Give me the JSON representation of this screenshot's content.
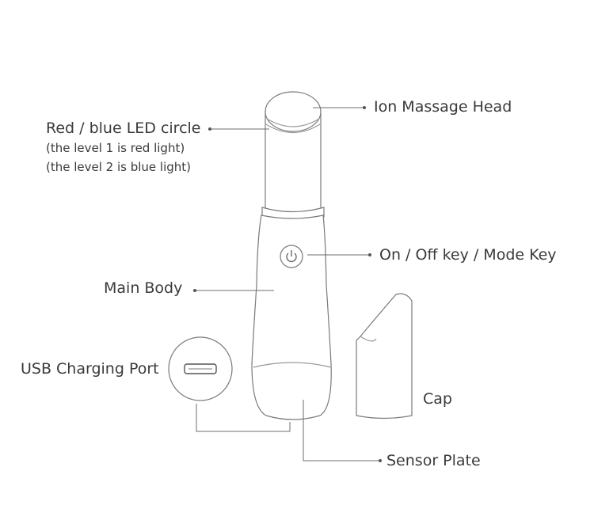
{
  "labels": {
    "ion_massage_head": "Ion Massage Head",
    "led_circle": "Red / blue LED circle",
    "led_level1": "(the level 1 is red light)",
    "led_level2": "(the level 2 is blue light)",
    "on_off_key": "On / Off key / Mode Key",
    "main_body": "Main Body",
    "usb_port": "USB Charging Port",
    "cap": "Cap",
    "sensor_plate": "Sensor Plate"
  }
}
